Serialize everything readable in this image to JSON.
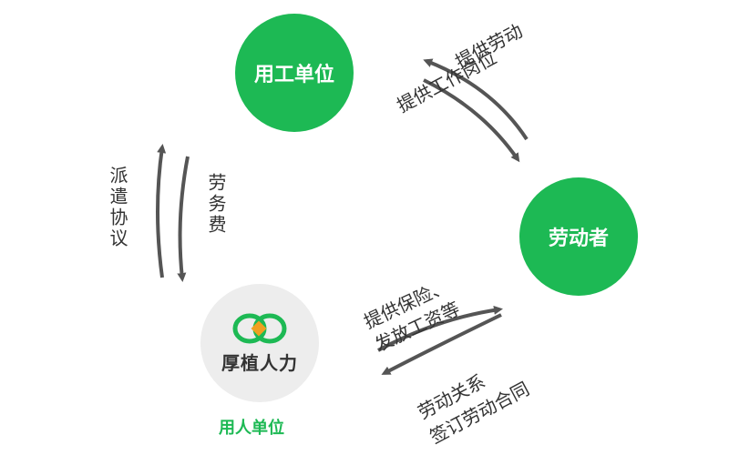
{
  "nodes": {
    "employer": "用工单位",
    "worker": "劳动者",
    "company": "厚植人力",
    "company_caption": "用人单位"
  },
  "labels": {
    "provide_labor": "提供劳动",
    "provide_job": "提供工作岗位",
    "dispatch_agreement": "派遣协议",
    "service_fee": "劳务费",
    "insurance_line1": "提供保险、",
    "insurance_line2": "发放工资等",
    "contract_line1": "劳动关系",
    "contract_line2": "签订劳动合同"
  },
  "colors": {
    "green": "#1db954",
    "arrow": "#555555",
    "company_bg": "#ededed"
  }
}
